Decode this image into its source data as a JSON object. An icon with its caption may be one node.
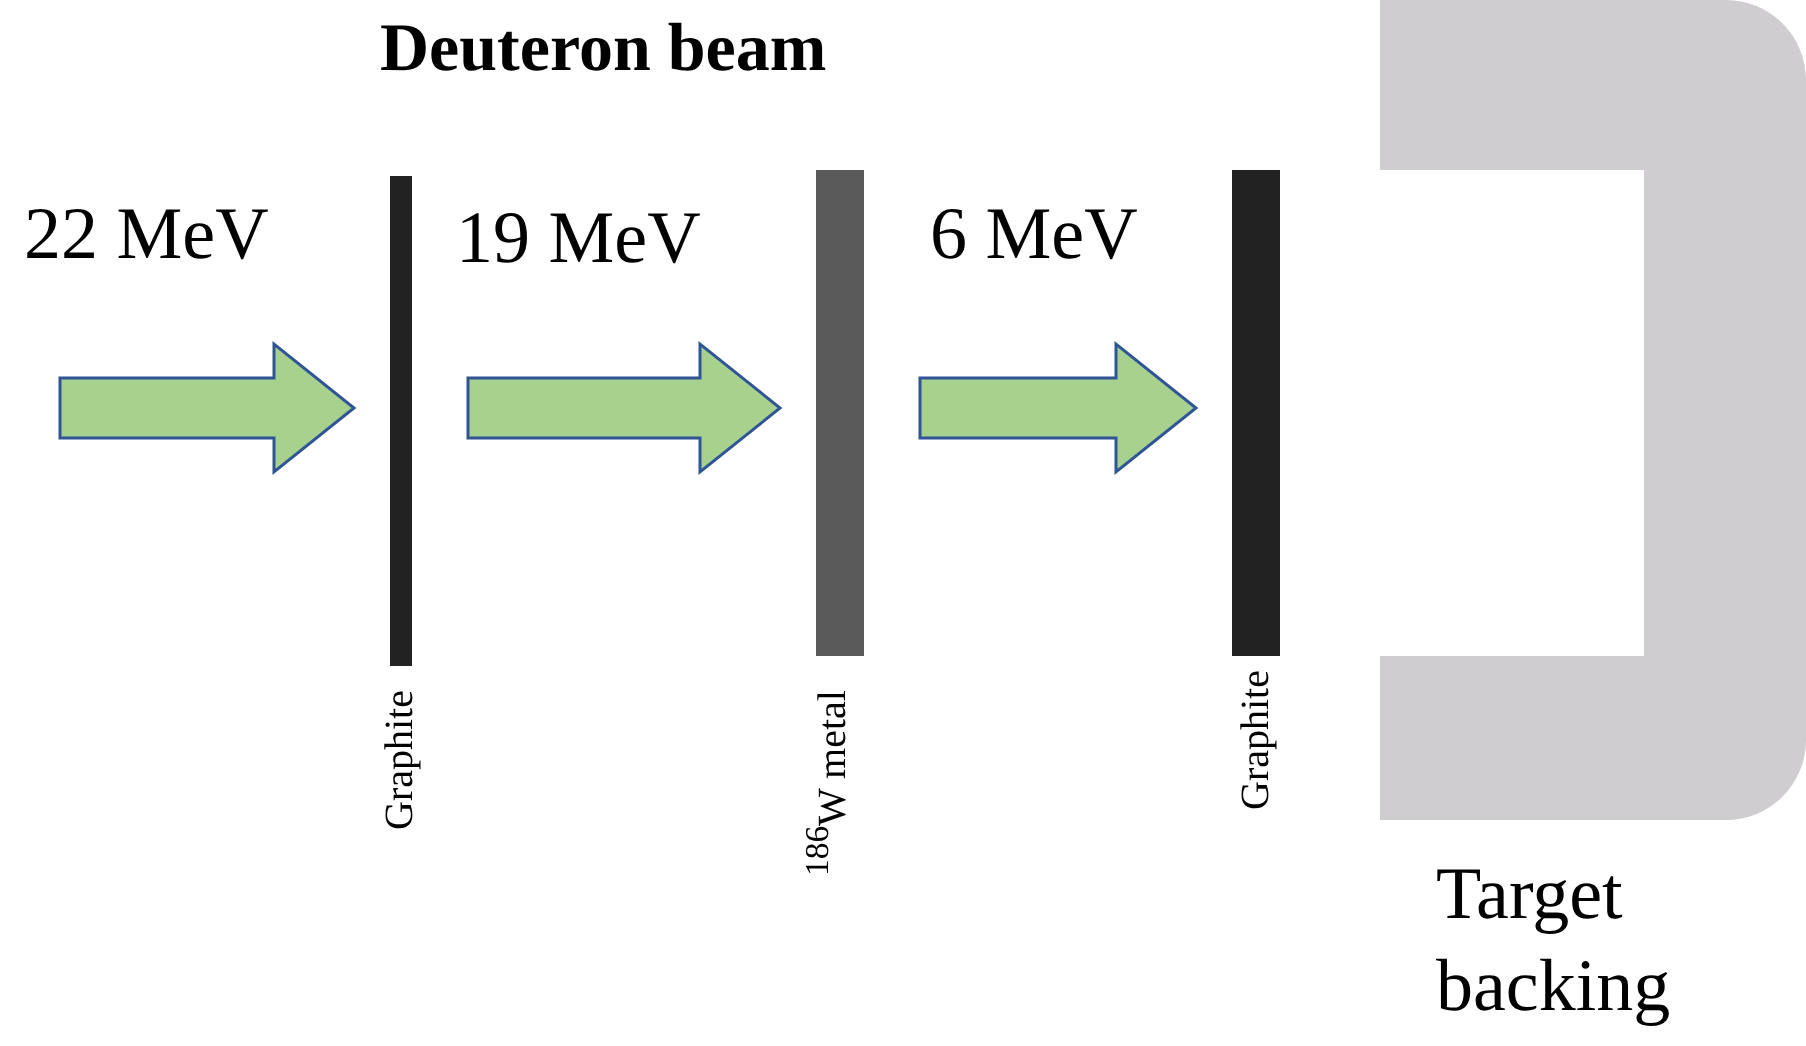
{
  "diagram": {
    "title": "Deuteron beam",
    "nodes": [
      {
        "text": [
          "Graphite"
        ]
      },
      {
        "text": [
          "$^{186}$W metal"
        ]
      },
      {
        "text": [
          "Graphite"
        ]
      },
      {
        "text": [
          "Target backing"
        ]
      }
    ],
    "edges": [
      {
        "from": null,
        "to": 0,
        "arrow": "to",
        "label": "22 MeV"
      },
      {
        "from": 0,
        "to": 1,
        "arrow": "to",
        "label": "19 MeV"
      },
      {
        "from": 1,
        "to": 2,
        "arrow": "to",
        "label": "6 MeV"
      }
    ]
  }
}
